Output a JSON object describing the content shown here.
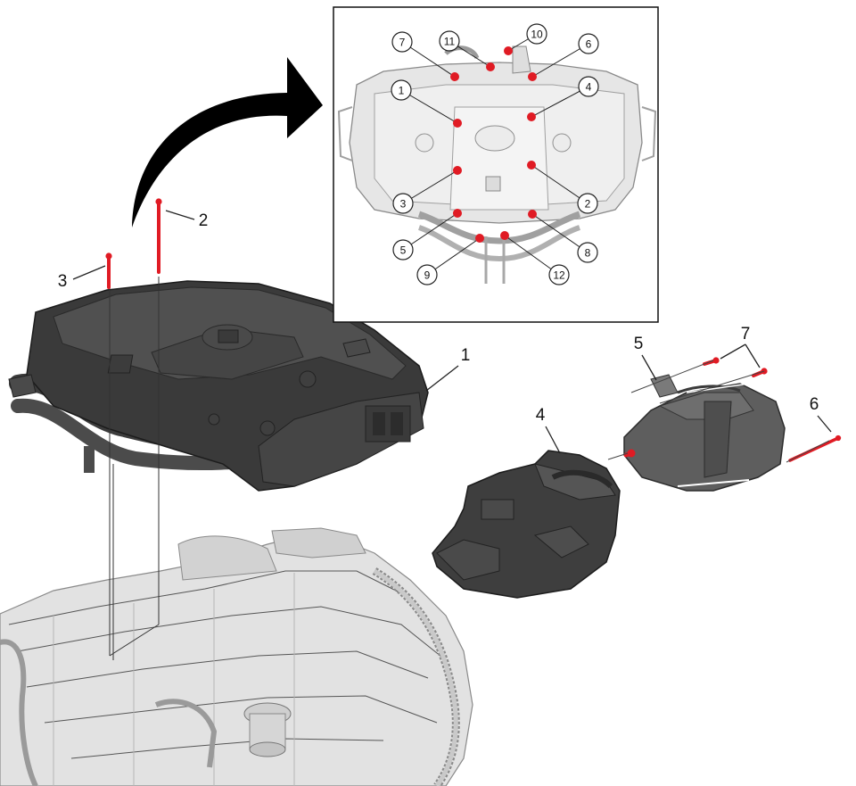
{
  "diagram": {
    "colors": {
      "fastener": "#e01b24",
      "dark_part": "#3a3a3a",
      "mid_part": "#5a5a5a",
      "light_part": "#d9d9d9",
      "arrow": "#000000"
    },
    "main_callouts": [
      {
        "id": "c1",
        "label": "1"
      },
      {
        "id": "c2",
        "label": "2"
      },
      {
        "id": "c3",
        "label": "3"
      },
      {
        "id": "c4",
        "label": "4"
      },
      {
        "id": "c5",
        "label": "5"
      },
      {
        "id": "c6",
        "label": "6"
      },
      {
        "id": "c7",
        "label": "7"
      }
    ],
    "inset_sequence": [
      {
        "id": "s1",
        "label": "1"
      },
      {
        "id": "s2",
        "label": "2"
      },
      {
        "id": "s3",
        "label": "3"
      },
      {
        "id": "s4",
        "label": "4"
      },
      {
        "id": "s5",
        "label": "5"
      },
      {
        "id": "s6",
        "label": "6"
      },
      {
        "id": "s7",
        "label": "7"
      },
      {
        "id": "s8",
        "label": "8"
      },
      {
        "id": "s9",
        "label": "9"
      },
      {
        "id": "s10",
        "label": "10"
      },
      {
        "id": "s11",
        "label": "11"
      },
      {
        "id": "s12",
        "label": "12"
      }
    ]
  }
}
